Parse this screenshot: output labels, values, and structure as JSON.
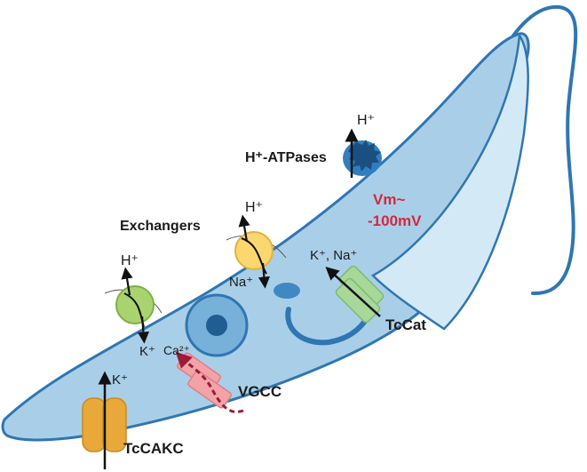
{
  "labels": {
    "atpase": "H⁺-ATPases",
    "atpase_ion": "H⁺",
    "vm_line1": "Vm~",
    "vm_line2": "-100mV",
    "exchangers": "Exchangers",
    "exchanger_right_top_ion": "H⁺",
    "exchanger_right_bottom_ion": "Na⁺",
    "exchanger_left_top_ion": "H⁺",
    "exchanger_left_bottom_ion": "K⁺",
    "tccat_ion": "K⁺, Na⁺",
    "tccat": "TcCat",
    "vgcc_ion": "Ca²⁺",
    "vgcc": "VGCC",
    "tcakc_ion": "K⁺",
    "tcakc": "TcCAKC"
  },
  "colors": {
    "cell_fill": "#a9cfe8",
    "cell_light": "#d4e9f6",
    "cell_stroke": "#2f76b3",
    "atpase": "#2f7fc0",
    "exchanger_yellow": "#fbd770",
    "exchanger_green": "#a8d36f",
    "tccat": "#a8d79a",
    "vgcc": "#f2a3a8",
    "tcakc": "#e8a93a",
    "vm_text": "#d7263d",
    "vgcc_arrow": "#9b1b3a"
  }
}
